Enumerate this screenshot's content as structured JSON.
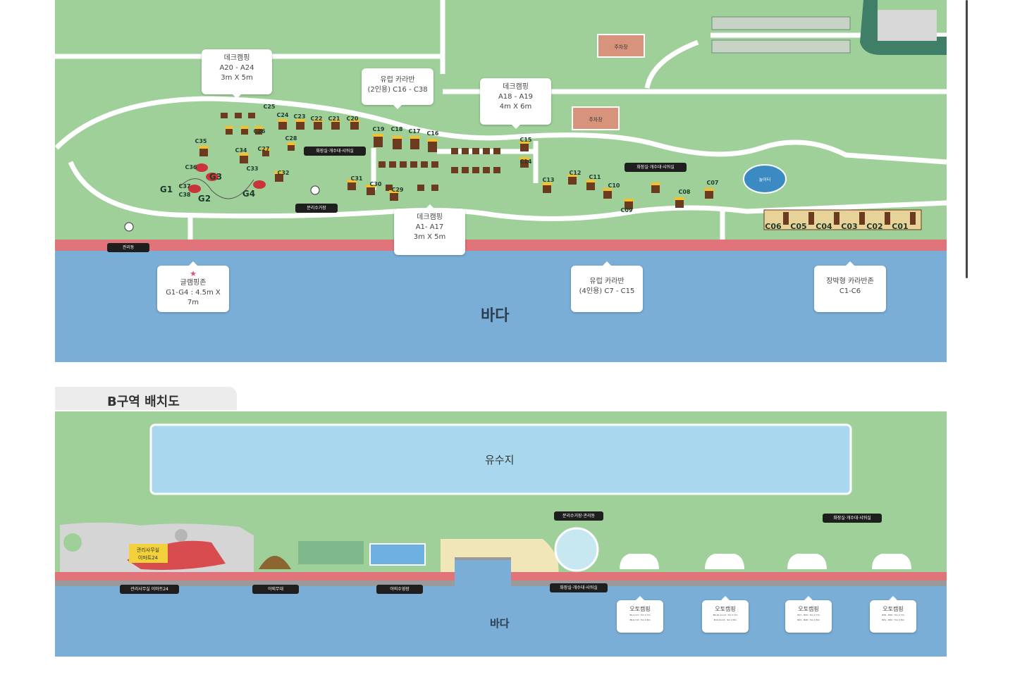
{
  "zone_a": {
    "callouts": {
      "deck_a20": [
        "데크캠핑",
        "A20 - A24",
        "3m X 5m"
      ],
      "euro_2": [
        "유럽 카라반",
        "(2인용) C16 - C38"
      ],
      "deck_a18": [
        "데크캠핑",
        "A18 - A19",
        "4m X 6m"
      ],
      "deck_a1": [
        "데크캠핑",
        "A1- A17",
        "3m X 5m"
      ],
      "glamping": [
        "글램핑존",
        "G1-G4 : 4.5m X 7m"
      ],
      "euro_4": [
        "유럽 카라반",
        "(4인용) C7 - C15"
      ],
      "cabin": [
        "장박형 카라반존",
        "C1-C6"
      ]
    },
    "tags": {
      "facility1": "화장실·개수대·샤워실",
      "recycle": "분리수거장",
      "office": "관리동",
      "facility2": "화장실·개수대·샤워실"
    },
    "sea_label": "바다",
    "building_labels": [
      "주차장",
      "주차장"
    ],
    "pond_label": "놀이터",
    "site_labels": {
      "c_upper": [
        "C25",
        "C24",
        "C23",
        "C22",
        "C21",
        "C20",
        "C26",
        "C35",
        "C34",
        "C27",
        "C28",
        "C19",
        "C18",
        "C17",
        "C16",
        "C15",
        "C14",
        "C36",
        "C33",
        "C32",
        "C37",
        "C38",
        "C31",
        "C30",
        "C29",
        "C13",
        "C12",
        "C11",
        "C10",
        "C09",
        "C08",
        "C07"
      ],
      "g": [
        "G1",
        "G2",
        "G3",
        "G4"
      ],
      "c_cabins": [
        "C06",
        "C05",
        "C04",
        "C03",
        "C02",
        "C01"
      ]
    }
  },
  "zone_b": {
    "title": "B구역 배치도",
    "reservoir_label": "유수지",
    "sea_label": "바다",
    "office_label": [
      "관리사무실",
      "이마트24"
    ],
    "tags": {
      "office": "관리사무실 이마트24",
      "stage": "야외무대",
      "pool": "야외수영장",
      "facility_mid": "화장실·개수대·샤워실",
      "recycle_top": "분리수거장·관리동",
      "facility_right": "화장실·개수대·샤워실"
    },
    "auto_callouts": [
      [
        "오토캠핑",
        "B1,2,3,5 : 5m X 7m",
        "B5,6,7,8 : 5m X 8m"
      ],
      [
        "오토캠핑",
        "B9,10,11,12 : 5m X 7m",
        "B13,14,15 : 5m X 8m"
      ],
      [
        "오토캠핑",
        "B17 - B22 : 5m X 7m",
        "B23 - B28 : 5m X 8m"
      ],
      [
        "오토캠핑",
        "B29 - B30 : 5m X 7m",
        "B31 - B32 : 5m X 8m"
      ]
    ]
  },
  "colors": {
    "grass": "#9fd09a",
    "path": "#ffffff",
    "boardwalk": "#e0747a",
    "sea": "#7aaed6",
    "reservoir": "#a9d7ee",
    "deck": "#6b3a1f",
    "deck_top": "#f2c12e"
  }
}
